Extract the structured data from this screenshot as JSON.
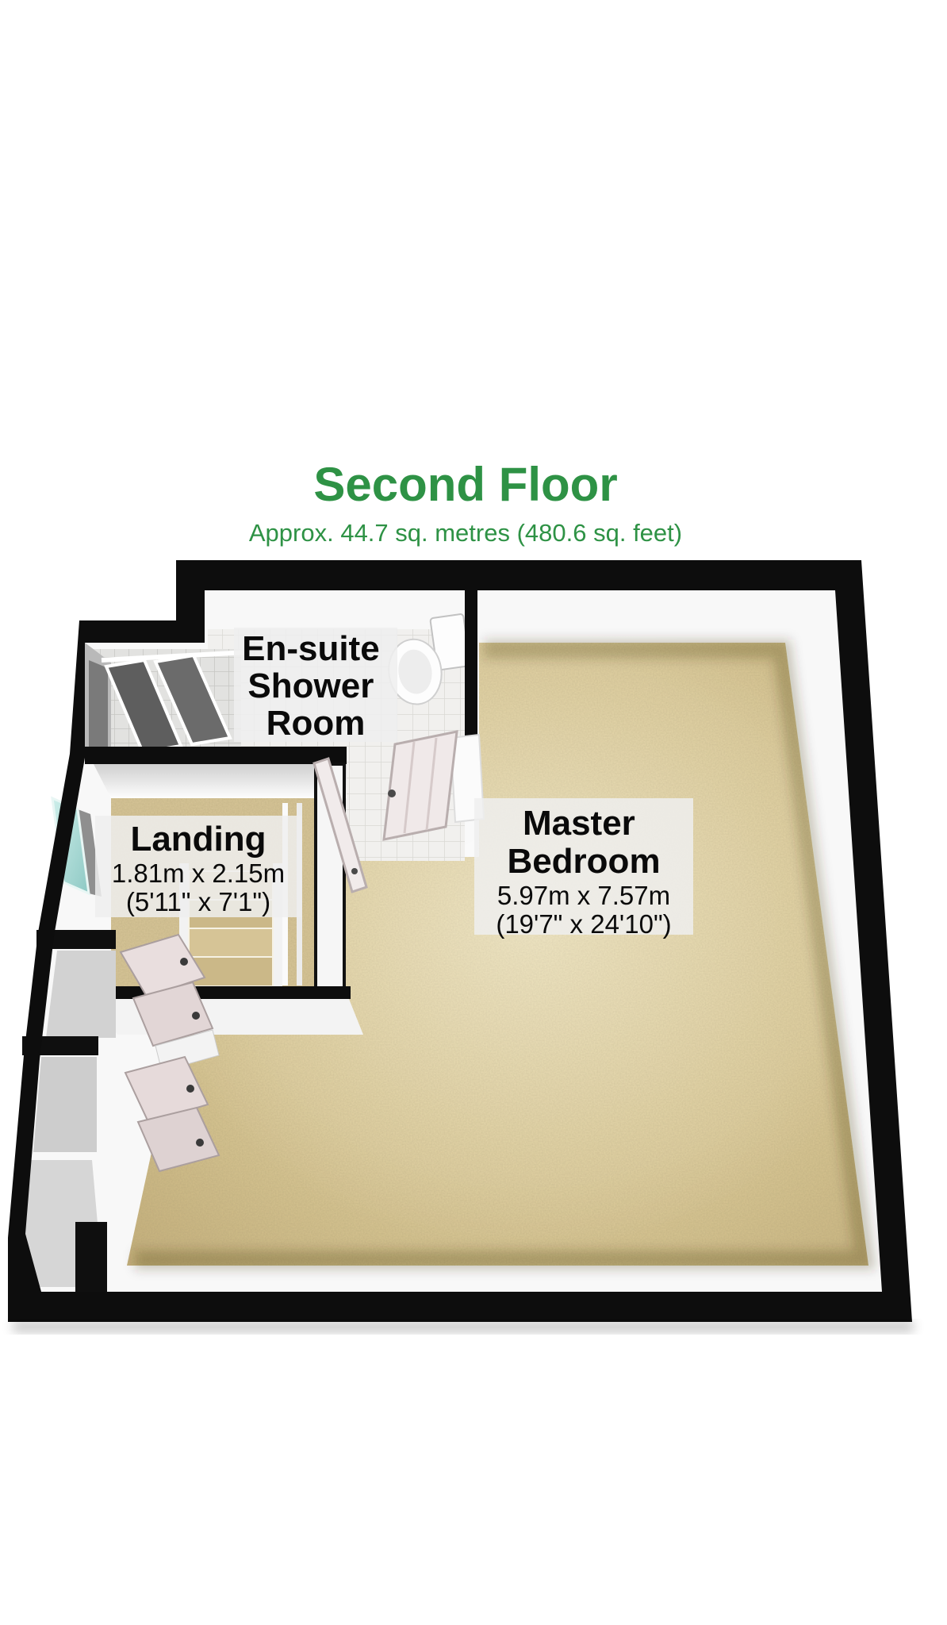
{
  "header": {
    "title": "Second Floor",
    "subtitle": "Approx. 44.7 sq. metres (480.6 sq. feet)"
  },
  "rooms": [
    {
      "id": "ensuite-shower-room",
      "label_lines": [
        "En-suite",
        "Shower",
        "Room"
      ]
    },
    {
      "id": "landing",
      "label": "Landing",
      "metric": "1.81m x 2.15m",
      "imperial": "(5'11\" x 7'1\")"
    },
    {
      "id": "master-bedroom",
      "label_lines": [
        "Master",
        "Bedroom"
      ],
      "metric": "5.97m x 7.57m",
      "imperial": "(19'7\" x 24'10\")"
    }
  ],
  "fixtures": [
    {
      "name": "toilet"
    },
    {
      "name": "shower-enclosure"
    },
    {
      "name": "staircase"
    },
    {
      "name": "window"
    },
    {
      "name": "ensuite-door"
    },
    {
      "name": "landing-door"
    },
    {
      "name": "eaves-storage-doors"
    }
  ],
  "colors": {
    "title_green": "#2e9245",
    "wall_black": "#0d0d0d",
    "floor_beige": "#dfce9c",
    "tile_white": "#f1f0ee",
    "window_teal": "#a8dcd7",
    "label_bg": "#eeeeee"
  }
}
